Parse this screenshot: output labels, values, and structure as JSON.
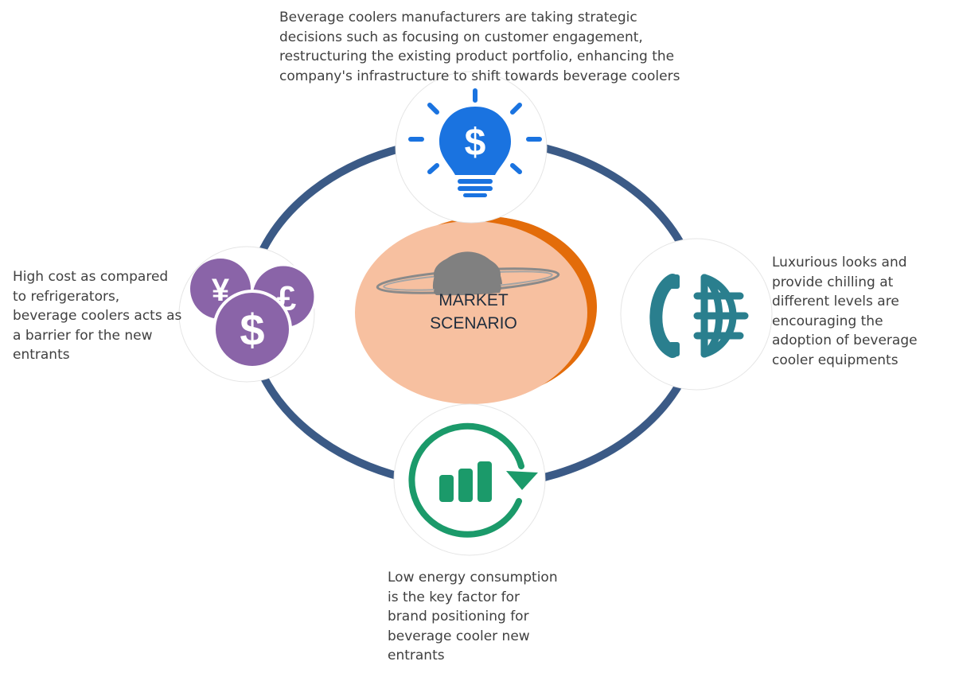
{
  "center": {
    "line1": "MARKET",
    "line2": "SCENARIO"
  },
  "captions": {
    "top": "Beverage coolers manufacturers are taking strategic\ndecisions such as focusing on customer engagement,\nrestructuring the existing product portfolio, enhancing the\ncompany's infrastructure to shift towards beverage coolers",
    "left": "High cost as compared\nto refrigerators,\nbeverage coolers acts as\na barrier for the new\nentrants",
    "right": "Luxurious looks and\nprovide chilling at\ndifferent levels  are\nencouraging the\nadoption of beverage\ncooler equipments",
    "bottom": "Low energy consumption\nis the key factor for\nbrand positioning for\nbeverage cooler new\nentrants"
  },
  "icons": {
    "top": "lightbulb-dollar-icon",
    "left": "currency-coins-icon",
    "right": "globe-phone-icon",
    "bottom": "growth-chart-cycle-icon",
    "center": "planet-ring-icon"
  },
  "icon_glyphs": {
    "dollar": "$",
    "yen": "¥",
    "pound": "£"
  },
  "colors": {
    "ring": "#3b5a86",
    "bulb": "#1a73e0",
    "coins": "#8a64a8",
    "globe": "#2a7f8e",
    "chart": "#1b9a6a",
    "center_fill": "#f7c0a0",
    "center_shadow": "#e36c0a",
    "planet": "#808080"
  }
}
